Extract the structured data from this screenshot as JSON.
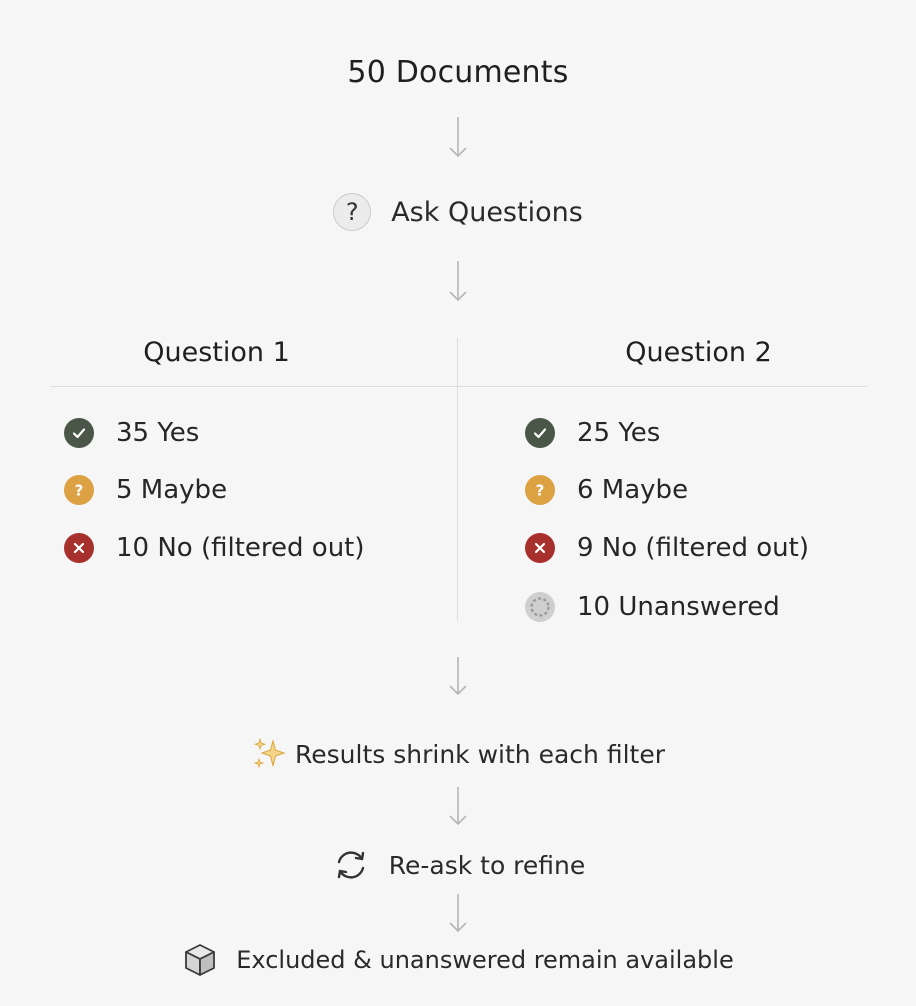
{
  "title": "50 Documents",
  "ask_step": {
    "icon": "question-mark-icon",
    "label": "Ask Questions"
  },
  "columns": [
    {
      "header": "Question 1",
      "rows": [
        {
          "status": "yes",
          "icon": "check-circle-icon",
          "label": "35 Yes"
        },
        {
          "status": "maybe",
          "icon": "question-circle-icon",
          "label": "5 Maybe"
        },
        {
          "status": "no",
          "icon": "x-circle-icon",
          "label": "10 No (filtered out)"
        }
      ]
    },
    {
      "header": "Question 2",
      "rows": [
        {
          "status": "yes",
          "icon": "check-circle-icon",
          "label": "25 Yes"
        },
        {
          "status": "maybe",
          "icon": "question-circle-icon",
          "label": "6 Maybe"
        },
        {
          "status": "no",
          "icon": "x-circle-icon",
          "label": "9 No (filtered out)"
        },
        {
          "status": "unanswered",
          "icon": "dashed-circle-icon",
          "label": "10 Unanswered"
        }
      ]
    }
  ],
  "shrink_step": {
    "icon": "sparkles-icon",
    "label": "Results shrink with each filter"
  },
  "reask_step": {
    "icon": "refresh-icon",
    "label": "Re-ask to refine"
  },
  "excluded_step": {
    "icon": "cube-icon",
    "label": "Excluded & unanswered remain available"
  },
  "colors": {
    "yes": "#4a5748",
    "maybe": "#dba143",
    "no": "#a8302c",
    "unanswered": "#cfcfcf",
    "divider": "#dcdcdc",
    "background": "#f6f6f6"
  }
}
